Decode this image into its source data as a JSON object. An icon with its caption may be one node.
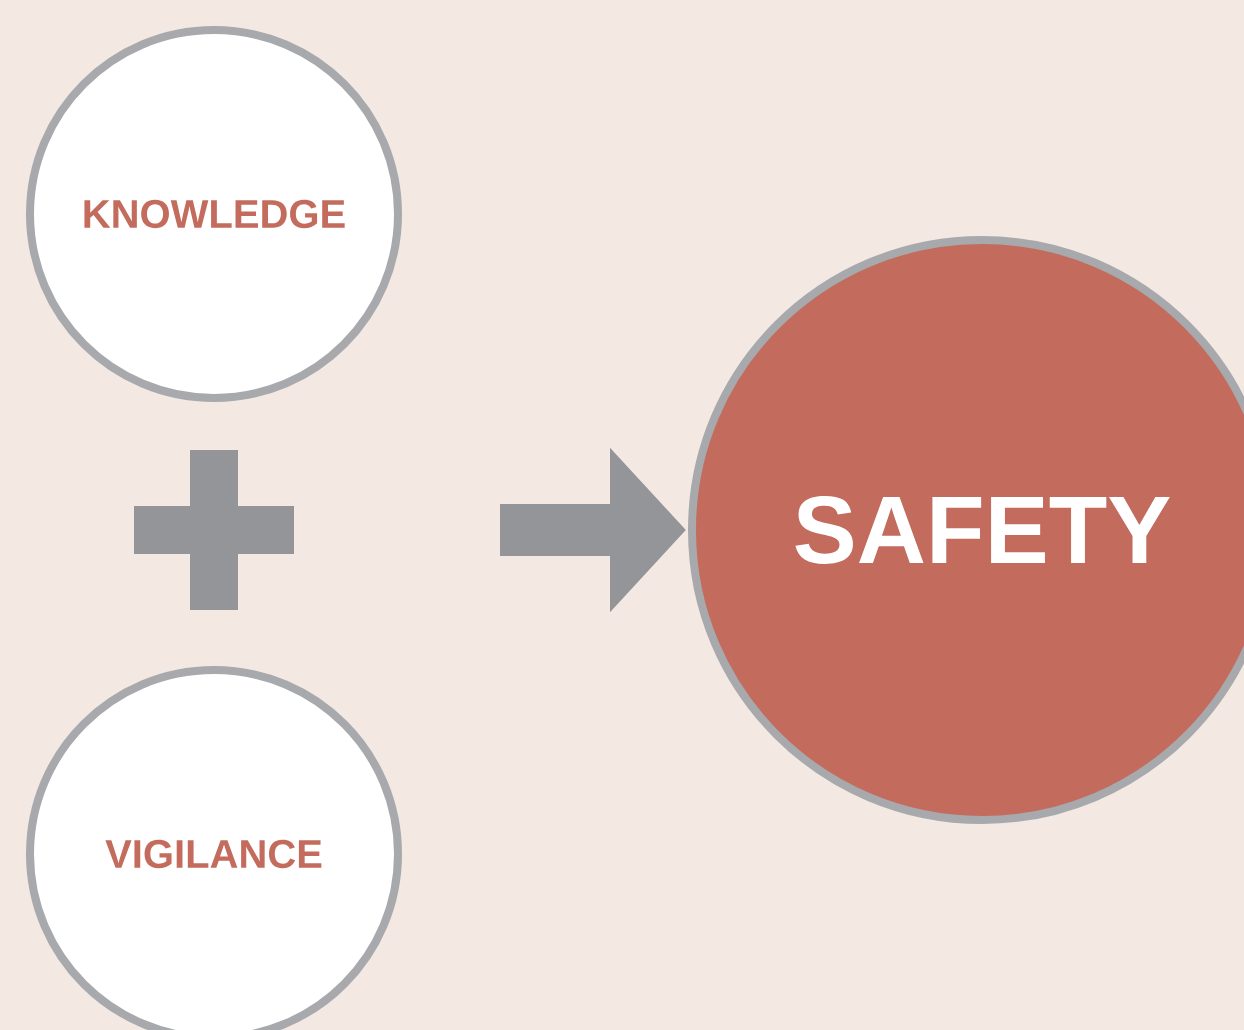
{
  "diagram": {
    "nodes": [
      {
        "text": [
          "KNOWLEDGE"
        ]
      },
      {
        "text": [],
        "shape": "plus"
      },
      {
        "text": [
          "VIGILANCE"
        ]
      },
      {
        "text": [
          "SAFETY"
        ]
      }
    ],
    "edges": [
      {
        "from": null,
        "to": 3,
        "arrow": "to"
      }
    ]
  }
}
